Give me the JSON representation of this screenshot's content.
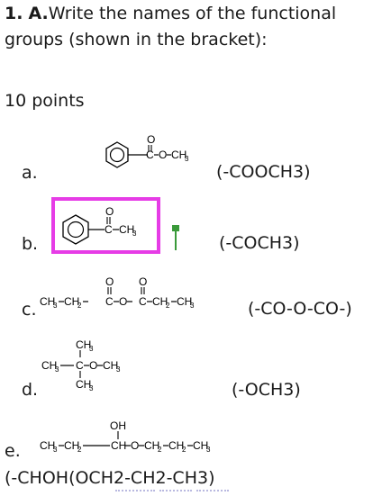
{
  "question": {
    "number": "1.",
    "part": "A.",
    "line1": "Write the names of the functional",
    "line2": "groups (shown in the bracket):",
    "points": "10 points"
  },
  "items": [
    {
      "letter": "a.",
      "group": "(-COOCH3)"
    },
    {
      "letter": "b.",
      "group": "(-COCH3)"
    },
    {
      "letter": "c.",
      "group": "(-CO-O-CO-)"
    },
    {
      "letter": "d.",
      "group": "(-OCH3)"
    },
    {
      "letter": "e.",
      "group": "(-CHOH(OCH2-CH2-CH3)"
    }
  ],
  "structures": {
    "o": "O",
    "c": "C",
    "ch": "CH",
    "oh": "OH",
    "ch2": "CH",
    "ch3": "CH",
    "sub2": "2",
    "sub3": "3"
  },
  "colors": {
    "highlight_box": "#e63ce6",
    "marker": "#3a9a3a"
  }
}
